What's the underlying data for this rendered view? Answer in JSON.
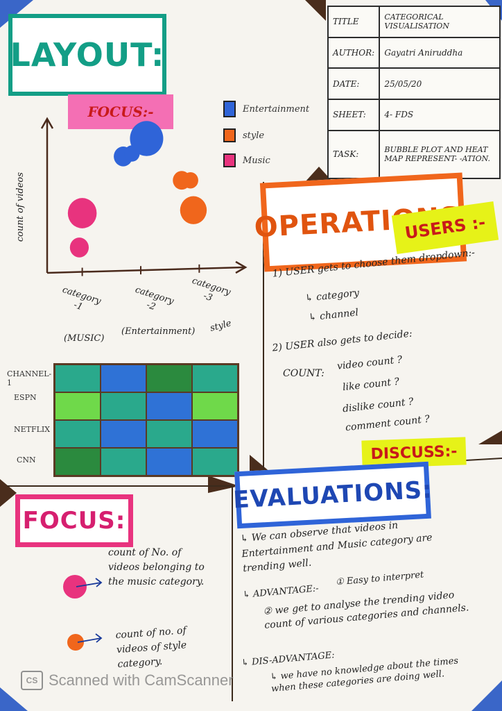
{
  "meta": {
    "title_key": "TITLE",
    "title_val": "CATEGORICAL VISUALISATION",
    "author_key": "AUTHOR:",
    "author_val": "Gayatri Aniruddha",
    "date_key": "DATE:",
    "date_val": "25/05/20",
    "sheet_key": "SHEET:",
    "sheet_val": "4- FDS",
    "task_key": "TASK:",
    "task_val": "BUBBLE PLOT AND HEAT MAP REPRESENT- -ATION."
  },
  "layout": {
    "heading": "LAYOUT:",
    "focus_tag": "FOCUS:-",
    "y_label": "count of videos",
    "legend": [
      {
        "label": "Entertainment",
        "color": "#2f64d8"
      },
      {
        "label": "style",
        "color": "#f0661c"
      },
      {
        "label": "Music",
        "color": "#e8337e"
      }
    ],
    "x_ticks": [
      {
        "line1": "category",
        "line2": "-1",
        "sub": "(MUSIC)"
      },
      {
        "line1": "category",
        "line2": "-2",
        "sub": "(Entertainment)"
      },
      {
        "line1": "category",
        "line2": "-3",
        "sub": "style"
      }
    ],
    "heat_rows": [
      "CHANNEL-1",
      "ESPN",
      "NETFLIX",
      "CNN"
    ]
  },
  "colors": {
    "teal": "#139e86",
    "pink": "#e8337e",
    "orange": "#f0661c",
    "blue": "#2f64d8",
    "yellow": "#e6f218",
    "hm_teal": "#2aa98c",
    "hm_blue": "#2f72d6",
    "hm_green": "#6fd94a",
    "hm_dark": "#2b8a3e"
  },
  "operations": {
    "heading": "OPERATIONS:",
    "users_tag": "USERS :-",
    "line1": "1) USER gets to choose them dropdown:-",
    "opt1": "↳ category",
    "opt2": "↳ channel",
    "line2": "2) USER also gets to decide:",
    "count_label": "COUNT:",
    "counts": [
      "video count ?",
      "like count ?",
      "dislike count ?",
      "comment count ?"
    ]
  },
  "focus": {
    "heading": "FOCUS:",
    "pink_note": "count of No. of videos belonging to the music category.",
    "orange_note": "count of no. of videos of style category."
  },
  "evaluations": {
    "discuss_tag": "DISCUSS:-",
    "heading": "EVALUATIONS:",
    "p1": "↳ We can observe that videos in Entertainment and Music category are trending well.",
    "adv_label": "↳ ADVANTAGE:-",
    "adv1": "① Easy to interpret",
    "adv2": "② we get to analyse the trending video count of various categories and channels.",
    "dis_label": "↳ DIS-ADVANTAGE:",
    "dis1": "↳ we have no knowledge about the times when these categories are doing well."
  },
  "watermark": {
    "badge": "CS",
    "text": "Scanned with CamScanner"
  },
  "chart_data": {
    "type": "scatter",
    "title": "",
    "xlabel": "",
    "ylabel": "count of videos",
    "categories": [
      "category-1 (MUSIC)",
      "category-2 (Entertainment)",
      "category-3 style"
    ],
    "series": [
      {
        "name": "Entertainment",
        "points": [
          {
            "x": 1.7,
            "y": 0.78,
            "size": 0.35
          },
          {
            "x": 1.85,
            "y": 0.8,
            "size": 0.2
          },
          {
            "x": 2.1,
            "y": 0.9,
            "size": 1.0
          }
        ]
      },
      {
        "name": "style",
        "points": [
          {
            "x": 2.7,
            "y": 0.62,
            "size": 0.3
          },
          {
            "x": 2.85,
            "y": 0.62,
            "size": 0.2
          },
          {
            "x": 2.9,
            "y": 0.42,
            "size": 0.7
          }
        ]
      },
      {
        "name": "Music",
        "points": [
          {
            "x": 1.0,
            "y": 0.4,
            "size": 0.8
          },
          {
            "x": 0.95,
            "y": 0.17,
            "size": 0.35
          }
        ]
      }
    ],
    "heatmap": {
      "rows": [
        "CHANNEL-1",
        "ESPN",
        "NETFLIX",
        "CNN"
      ],
      "cols": 4,
      "cells": [
        [
          "teal",
          "blue",
          "dark",
          "teal"
        ],
        [
          "green",
          "teal",
          "blue",
          "green"
        ],
        [
          "teal",
          "blue",
          "teal",
          "blue"
        ],
        [
          "dark",
          "teal",
          "blue",
          "teal"
        ]
      ]
    }
  }
}
